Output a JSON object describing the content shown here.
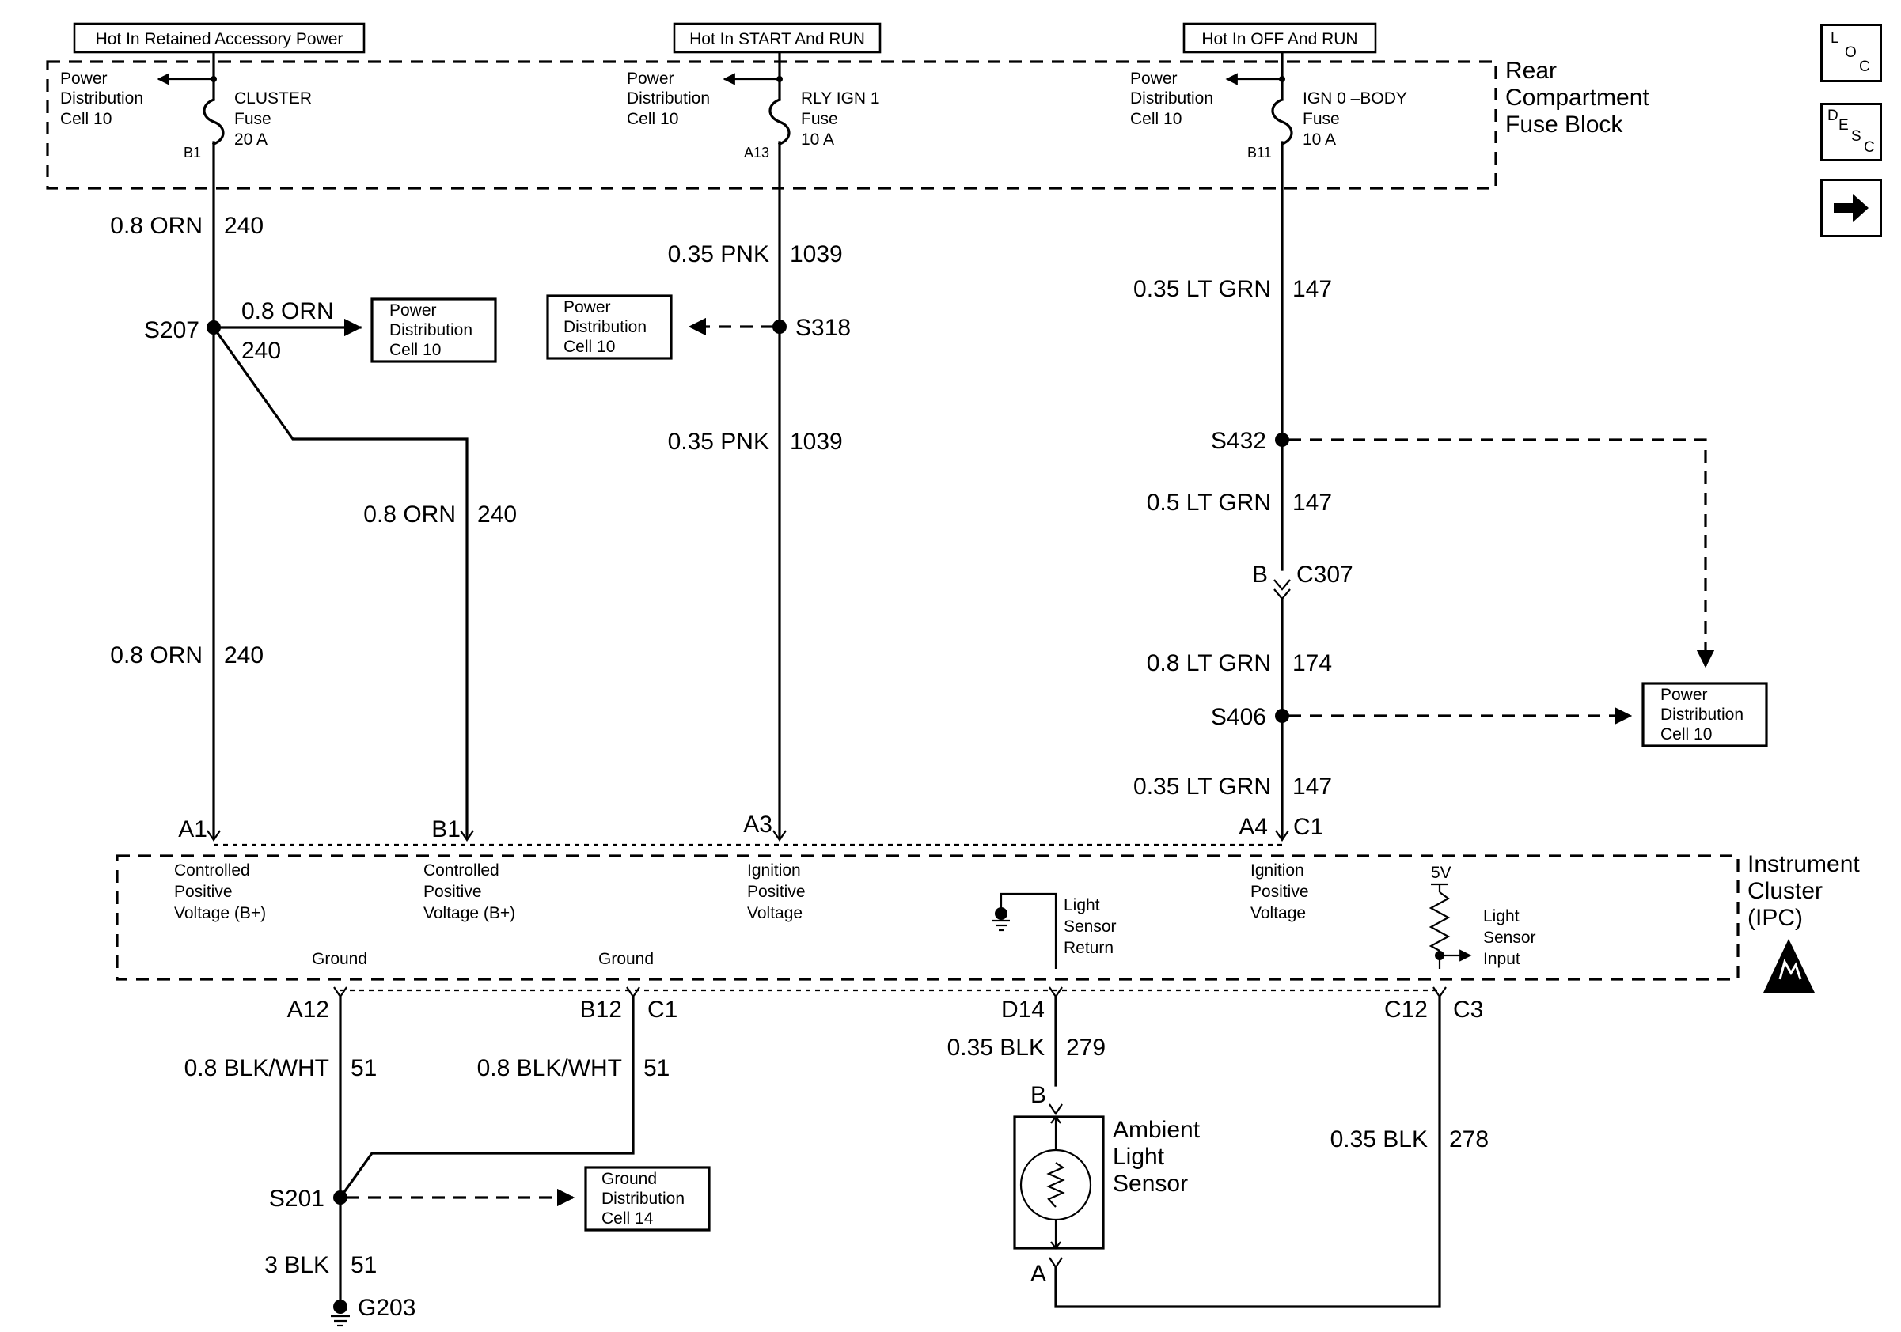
{
  "headers": {
    "accessory": "Hot In Retained Accessory Power",
    "start_run": "Hot In START And RUN",
    "off_run": "Hot In OFF And RUN"
  },
  "fuse_block": {
    "title": [
      "Rear",
      "Compartment",
      "Fuse Block"
    ]
  },
  "pdc_top": [
    "Power",
    "Distribution",
    "Cell 10"
  ],
  "fuses": {
    "cluster": {
      "name": "CLUSTER",
      "type": "Fuse",
      "rating": "20 A",
      "pin": "B1"
    },
    "rly_ign1": {
      "name": "RLY IGN 1",
      "type": "Fuse",
      "rating": "10 A",
      "pin": "A13"
    },
    "ign0": {
      "name": "IGN 0 –BODY",
      "type": "Fuse",
      "rating": "10 A",
      "pin": "B11"
    }
  },
  "wires": {
    "orn": {
      "size": "0.8 ORN",
      "circuit": "240"
    },
    "pnk": {
      "size": "0.35 PNK",
      "circuit": "1039"
    },
    "ltgrn_035": {
      "size": "0.35 LT GRN",
      "circuit": "147"
    },
    "ltgrn_05": {
      "size": "0.5 LT GRN",
      "circuit": "147"
    },
    "ltgrn_08": {
      "size": "0.8 LT GRN",
      "circuit": "174"
    },
    "blkwht": {
      "size": "0.8 BLK/WHT",
      "circuit": "51"
    },
    "blk3": {
      "size": "3 BLK",
      "circuit": "51"
    },
    "blk279": {
      "size": "0.35 BLK",
      "circuit": "279"
    },
    "blk278": {
      "size": "0.35 BLK",
      "circuit": "278"
    }
  },
  "splices": {
    "s207": "S207",
    "s318": "S318",
    "s432": "S432",
    "s406": "S406",
    "s201": "S201"
  },
  "connectors": {
    "c307": "C307",
    "c307_pin": "B",
    "a1": "A1",
    "b1": "B1",
    "a3": "A3",
    "a4": "A4",
    "c1": "C1",
    "a12": "A12",
    "b12": "B12",
    "c1_lower": "C1",
    "d14": "D14",
    "c12": "C12",
    "c3": "C3",
    "sensor_b": "B",
    "sensor_a": "A"
  },
  "ground": {
    "g203": "G203"
  },
  "pdc_boxes": {
    "pdc": [
      "Power",
      "Distribution",
      "Cell 10"
    ],
    "gdc": [
      "Ground",
      "Distribution",
      "Cell 14"
    ]
  },
  "ipc": {
    "title": [
      "Instrument",
      "Cluster",
      "(IPC)"
    ],
    "cpv": [
      "Controlled",
      "Positive",
      "Voltage (B+)"
    ],
    "ipv": [
      "Ignition",
      "Positive",
      "Voltage"
    ],
    "ground": "Ground",
    "lsr": [
      "Light",
      "Sensor",
      "Return"
    ],
    "lsi": [
      "Light",
      "Sensor",
      "Input"
    ],
    "fivev": "5V"
  },
  "sensor": {
    "name": [
      "Ambient",
      "Light",
      "Sensor"
    ]
  },
  "side_buttons": {
    "loc": [
      "L",
      "O",
      "C"
    ],
    "desc": [
      "D",
      "E",
      "S",
      "C"
    ]
  }
}
